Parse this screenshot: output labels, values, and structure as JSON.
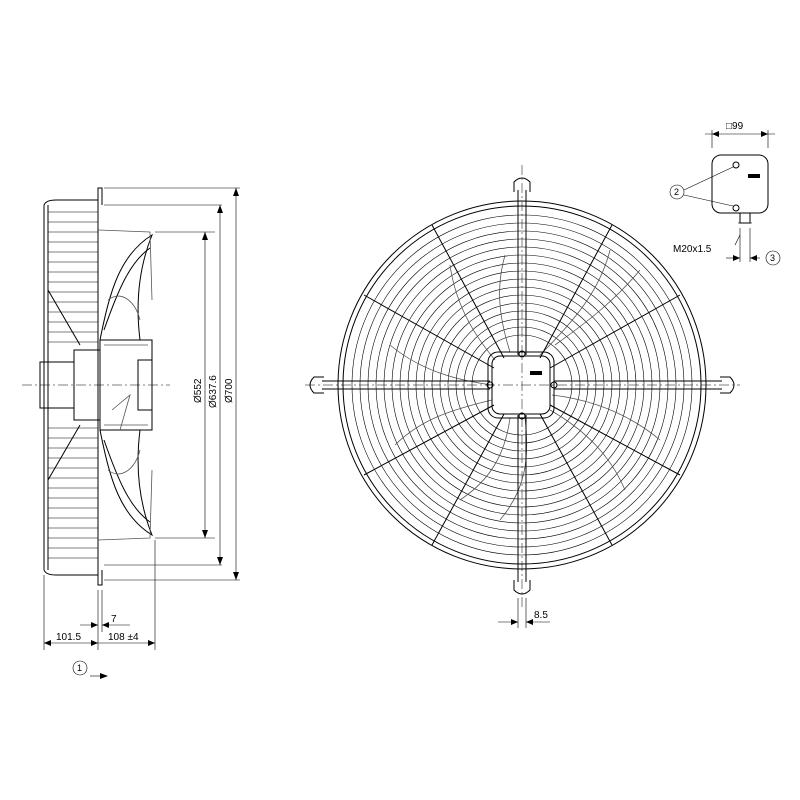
{
  "drawing": {
    "side_view": {
      "dimensions": {
        "d1": "Ø552",
        "d2": "Ø637.6",
        "d3": "Ø700",
        "depth_total": "101.5",
        "flange_offset": "7",
        "rotor_depth": "108 ±4"
      },
      "marker": "1"
    },
    "front_view": {
      "dimension_slot": "8.5"
    },
    "terminal_box": {
      "size_label": "□99",
      "cable_gland": "M20x1.5",
      "marker_a": "2",
      "marker_b": "3"
    },
    "colors": {
      "line": "#000000",
      "hatch": "#555555"
    }
  }
}
